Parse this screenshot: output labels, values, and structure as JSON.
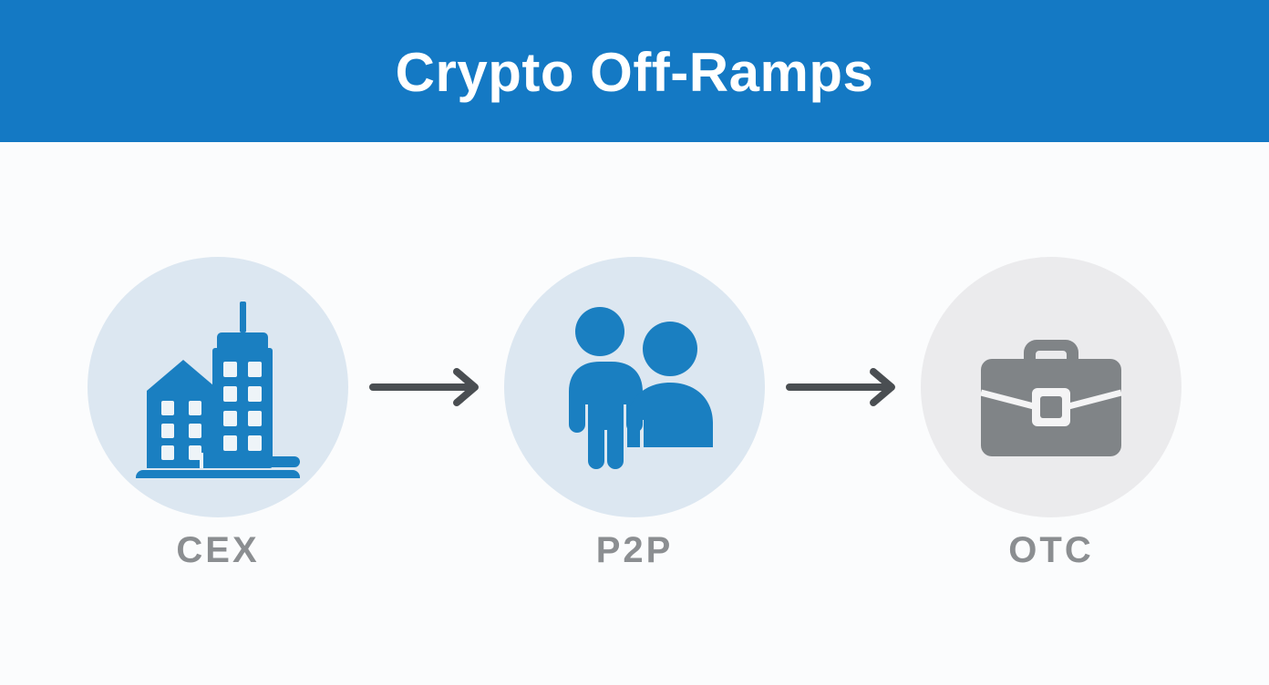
{
  "header": {
    "title": "Crypto Off-Ramps",
    "background_color": "#1479c4",
    "text_color": "#ffffff"
  },
  "page": {
    "background_color": "#fbfcfd"
  },
  "flow": {
    "type": "horizontal-process-flow",
    "steps": [
      {
        "label": "CEX",
        "icon": "office-buildings-icon",
        "circle_color": "#dce7f1",
        "icon_color": "#1a7fc1"
      },
      {
        "label": "P2P",
        "icon": "two-people-icon",
        "circle_color": "#dce7f1",
        "icon_color": "#1a7fc1"
      },
      {
        "label": "OTC",
        "icon": "briefcase-icon",
        "circle_color": "#ebebed",
        "icon_color": "#808487"
      }
    ],
    "connectors": [
      {
        "icon": "arrow-right-icon",
        "color": "#4a4e52"
      },
      {
        "icon": "arrow-right-icon",
        "color": "#4a4e52"
      }
    ],
    "label_color": "#8b8e91"
  }
}
